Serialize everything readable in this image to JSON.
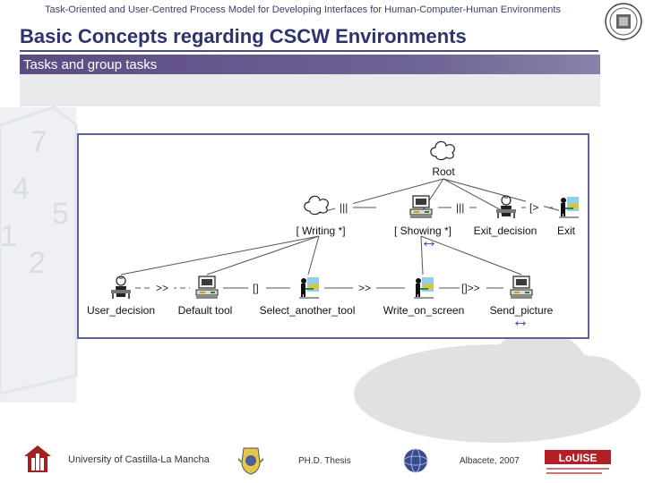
{
  "header": {
    "text": "Task-Oriented and User-Centred Process Model for Developing Interfaces for Human-Computer-Human Environments"
  },
  "slide": {
    "title": "Basic Concepts regarding CSCW Environments",
    "section": "Tasks and group tasks"
  },
  "diagram": {
    "nodes": {
      "root": "Root",
      "writing": "[ Writing *]",
      "showing": "[ Showing *]",
      "exit_decision": "Exit_decision",
      "exit": "Exit",
      "user_decision": "User_decision",
      "default_tool": "Default tool",
      "select_another_tool": "Select_another_tool",
      "write_on_screen": "Write_on_screen",
      "send_picture": "Send_picture"
    },
    "operators": {
      "op_writing_showing": "|||",
      "op_showing_exitdec": "|||",
      "op_exitdec_exit": "[>",
      "op_userdec_default": ">>",
      "op_default_select": "[]",
      "op_select_write": ">>",
      "op_write_send": "[]>>"
    },
    "arrows": {
      "arrow_1": "↔",
      "arrow_2": "↔"
    },
    "colors": {
      "line": "#555555",
      "frame": "#5d6494"
    }
  },
  "footer": {
    "university": "University of Castilla-La Mancha",
    "thesis": "PH.D. Thesis",
    "place_date": "Albacete, 2007",
    "lab_logo_name": "LoUISE"
  }
}
